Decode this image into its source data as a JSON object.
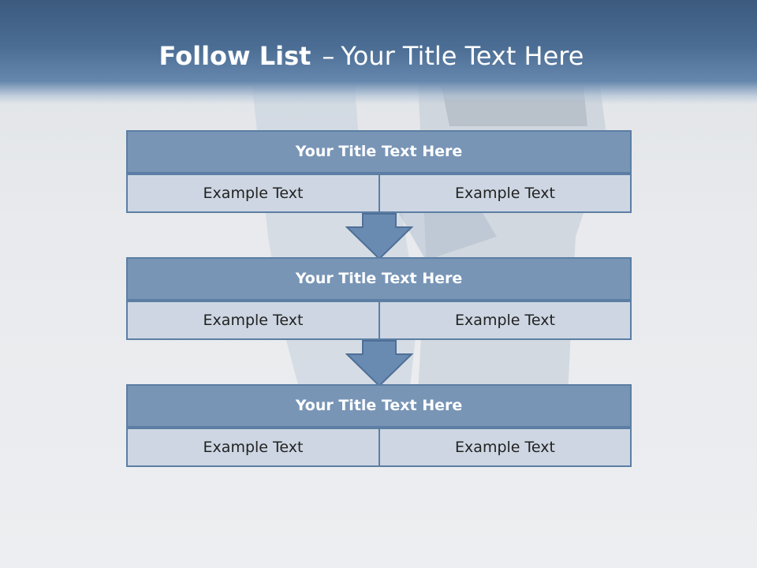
{
  "slide": {
    "title_bold": "Follow List",
    "title_separator": "–",
    "title_rest": "Your Title Text Here"
  },
  "blocks": [
    {
      "title": "Your Title Text Here",
      "left": "Example Text",
      "right": "Example Text"
    },
    {
      "title": "Your Title Text Here",
      "left": "Example Text",
      "right": "Example Text"
    },
    {
      "title": "Your Title Text Here",
      "left": "Example Text",
      "right": "Example Text"
    }
  ],
  "colors": {
    "header": "#4b6d94",
    "block_title_fill": "#7895b6",
    "cell_fill": "#cdd6e2",
    "border": "#5c7ea4",
    "arrow_fill": "#6a8bb1"
  },
  "icons": [
    "down-arrow-icon"
  ]
}
